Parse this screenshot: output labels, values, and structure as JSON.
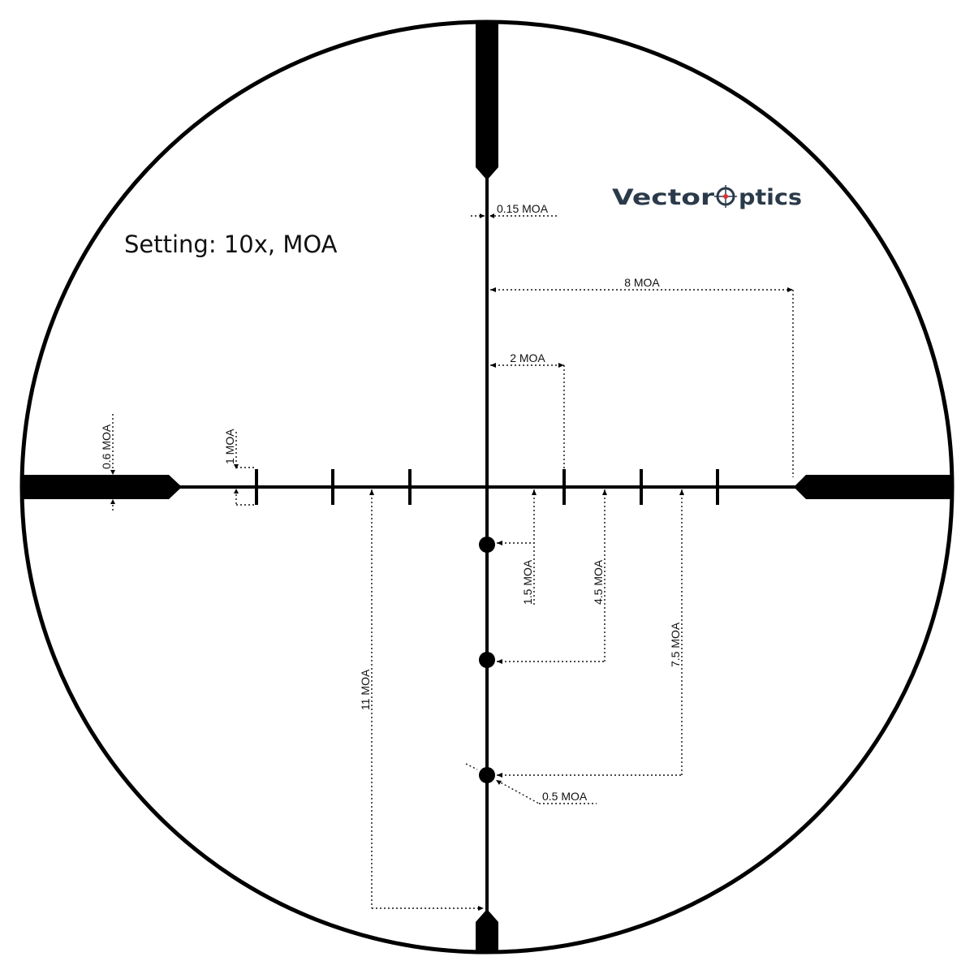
{
  "setting_label": "Setting: 10x, MOA",
  "brand": {
    "text_before": "Vector",
    "o_letter": "O",
    "text_after": "ptics",
    "logo_color": "#2b3a4a"
  },
  "dimensions": {
    "center_line_thickness": "0.15 MOA",
    "hash_spacing": "2 MOA",
    "post_gap": "8 MOA",
    "post_thickness": "0.6 MOA",
    "hash_height": "1 MOA",
    "dot_1_drop": "1.5 MOA",
    "dot_2_drop": "4.5 MOA",
    "dot_3_drop": "7.5 MOA",
    "bottom_post_gap": "11 MOA",
    "dot_diameter": "0.5 MOA"
  },
  "colors": {
    "reticle": "#000000",
    "background": "#ffffff"
  }
}
